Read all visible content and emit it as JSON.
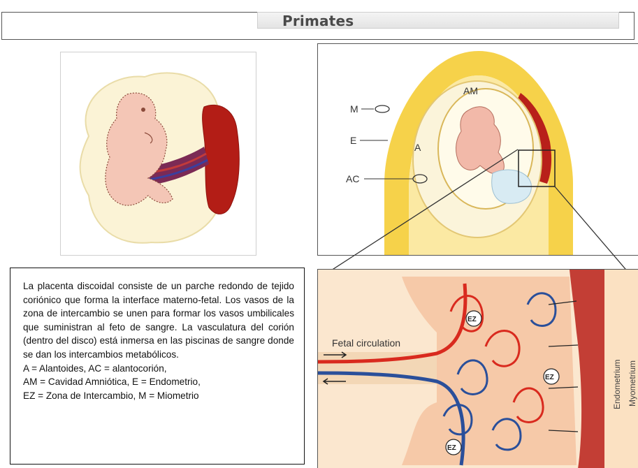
{
  "header": {
    "title": "Primates"
  },
  "figure_right_top": {
    "labels": {
      "m": "M",
      "e": "E",
      "a": "A",
      "ac": "AC",
      "am": "AM"
    }
  },
  "figure_right_bottom": {
    "labels": {
      "fetal_circulation": "Fetal circulation",
      "ez": "EZ",
      "endometrium": "Endometrium",
      "myometrium": "Myometrium"
    }
  },
  "description": {
    "paragraph": "La placenta discoidal consiste de un parche redondo de tejido coriónico que forma la interface materno-fetal. Los vasos de la zona de intercambio se unen para formar los vasos umbilicales que suministran al feto de sangre. La vasculatura del corión (dentro del disco) está inmersa en las piscinas de sangre donde se dan los intercambios metabólicos.",
    "legend": [
      "A = Alantoides, AC = alantocorión,",
      "AM = Cavidad Amniótica, E = Endometrio,",
      "EZ = Zona de Intercambio, M = Miometrio"
    ]
  },
  "colors": {
    "uterus_yellow": "#f6d24a",
    "endometrium_red": "#b8201a",
    "embryo_pink": "#f4c6b6",
    "chorion_cream": "#fbf1cf",
    "artery_red": "#d92a1e",
    "vein_blue": "#2a4f9a"
  }
}
